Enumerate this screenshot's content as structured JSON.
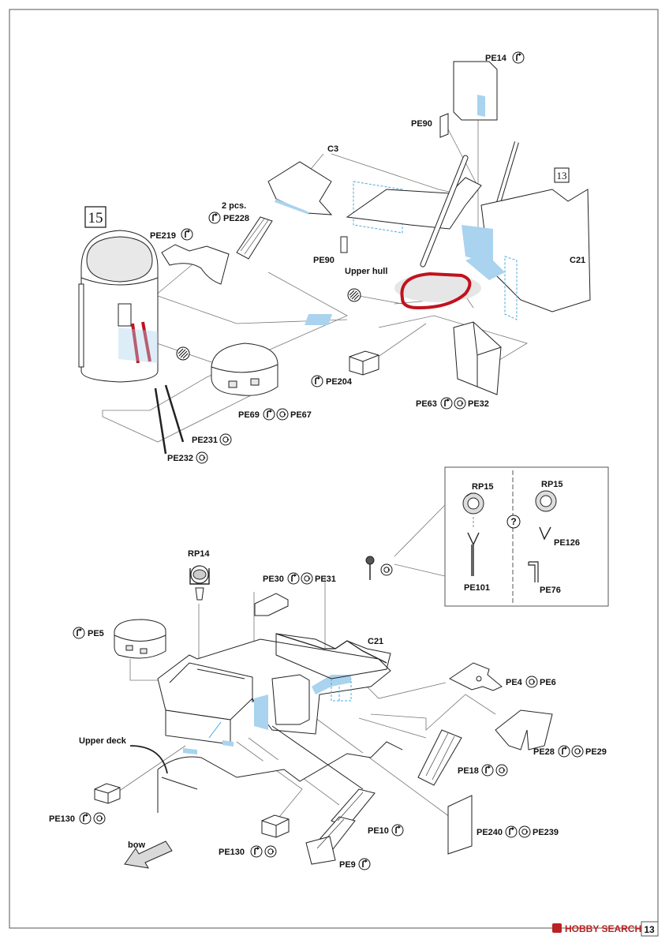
{
  "steps": {
    "step15": "15",
    "step13": "13"
  },
  "page_number": "13",
  "watermark": "HOBBY SEARCH",
  "labels": {
    "pe14": "PE14",
    "pe90_top": "PE90",
    "c3": "C3",
    "c21_top": "C21",
    "two_pcs": "2 pcs.",
    "pe228": "PE228",
    "pe219": "PE219",
    "pe90_mid": "PE90",
    "upper_hull": "Upper hull",
    "pe204": "PE204",
    "pe69": "PE69",
    "pe67": "PE67",
    "pe63": "PE63",
    "pe32": "PE32",
    "pe231": "PE231",
    "pe232": "PE232",
    "rp15_a": "RP15",
    "rp15_b": "RP15",
    "pe126": "PE126",
    "pe101": "PE101",
    "pe76": "PE76",
    "question": "?",
    "rp14": "RP14",
    "pe30": "PE30",
    "pe31": "PE31",
    "pe5": "PE5",
    "c21_bottom": "C21",
    "pe4": "PE4",
    "pe6": "PE6",
    "upper_deck": "Upper deck",
    "pe28": "PE28",
    "pe29": "PE29",
    "pe18": "PE18",
    "pe130_a": "PE130",
    "pe130_b": "PE130",
    "pe10": "PE10",
    "pe240": "PE240",
    "pe239": "PE239",
    "bow": "bow",
    "pe9": "PE9"
  },
  "icons": {
    "bend": "bend-icon",
    "fold": "fold-icon",
    "hatch": "hatched-disc-icon"
  },
  "colors": {
    "highlight_blue": "#a9d3ee",
    "red_part": "#c1121f",
    "guide": "#777777"
  }
}
